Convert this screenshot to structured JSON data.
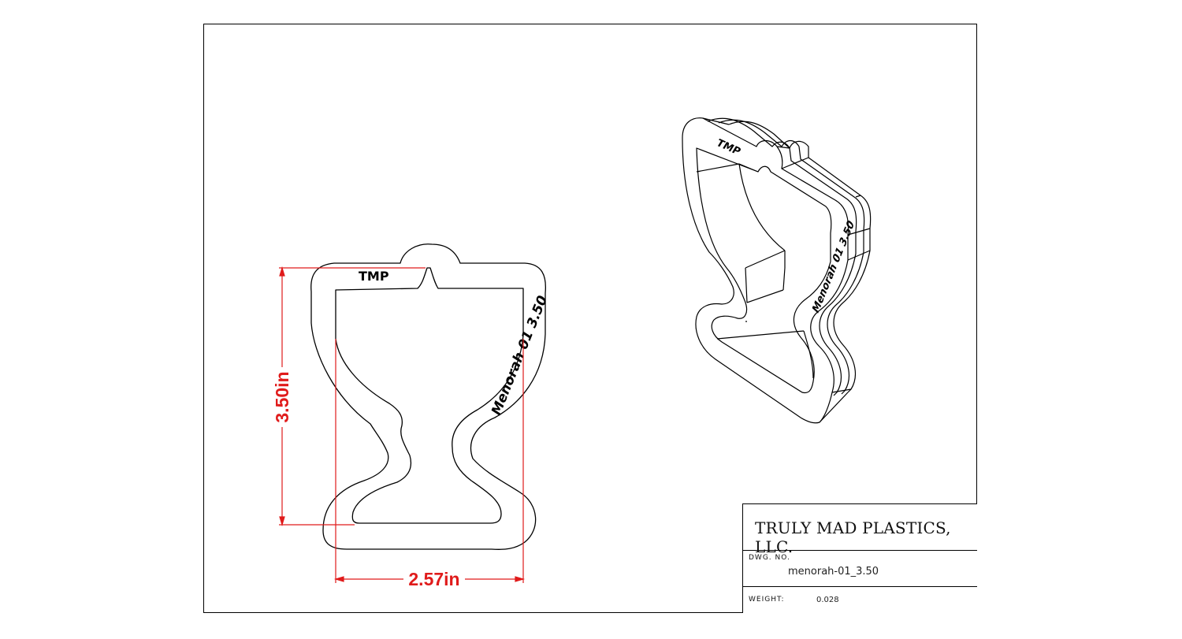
{
  "views": {
    "front": {
      "emboss_top": "TMP",
      "emboss_side": "Menorah 01 3.50"
    },
    "isometric": {
      "emboss_top": "TMP",
      "emboss_side": "Menorah 01 3.50"
    }
  },
  "dimensions": {
    "height_label": "3.50in",
    "width_label": "2.57in",
    "color": "#e01b1b"
  },
  "title_block": {
    "company": "TRULY MAD PLASTICS, LLC.",
    "dwg_no_label": "DWG. NO.",
    "dwg_no": "menorah-01_3.50",
    "weight_label": "WEIGHT:",
    "weight": "0.028"
  }
}
